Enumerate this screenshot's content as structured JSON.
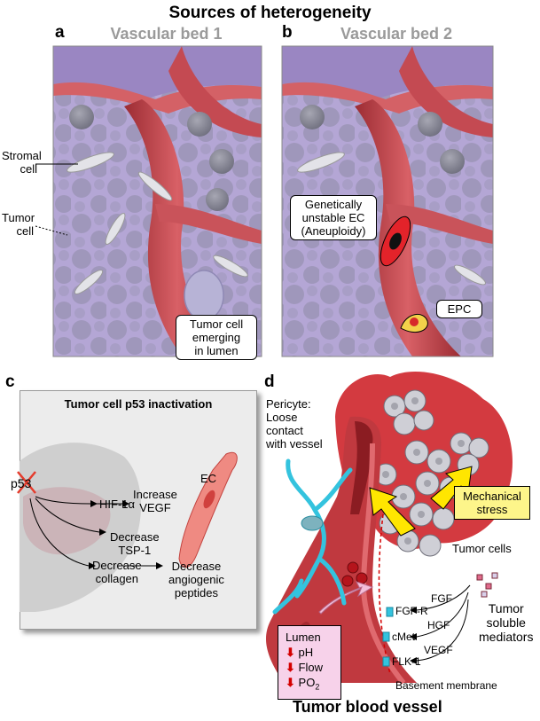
{
  "title": "Sources of heterogeneity",
  "panel_a": {
    "letter": "a",
    "header": "Vascular bed 1",
    "stromal_label": "Stromal\ncell",
    "tumor_label": "Tumor\ncell",
    "callout": "Tumor cell\nemerging\nin lumen"
  },
  "panel_b": {
    "letter": "b",
    "header": "Vascular bed 2",
    "callout_ec": "Genetically\nunstable EC\n(Aneuploidy)",
    "callout_epc": "EPC"
  },
  "panel_c": {
    "letter": "c",
    "title": "Tumor cell p53 inactivation",
    "p53": "p53",
    "hif": "HIF-1α",
    "increase_vegf": "Increase\nVEGF",
    "decrease_tsp": "Decrease\nTSP-1",
    "decrease_collagen": "Decrease\ncollagen",
    "decrease_peptides": "Decrease\nangiogenic\npeptides",
    "ec": "EC"
  },
  "panel_d": {
    "letter": "d",
    "pericyte": "Pericyte:\nLoose\ncontact\nwith vessel",
    "mechanical_stress": "Mechanical\nstress",
    "tumor_cells": "Tumor cells",
    "fgf": "FGF",
    "hgf": "HGF",
    "vegf": "VEGF",
    "fgfr": "FGF-R",
    "cmet": "cMet",
    "flk1": "FLK-1",
    "mediators": "Tumor\nsoluble\nmediators",
    "lumen_title": "Lumen",
    "lumen_items": [
      "pH",
      "Flow",
      "PO2"
    ],
    "basement": "Basement membrane",
    "bottom_title": "Tumor blood vessel"
  },
  "colors": {
    "vessel": "#c0393f",
    "tumor_purple": "#b7a9d6",
    "pericyte_cyan": "#34c3de",
    "stress_yellow": "#fdf58a",
    "lumen_pink": "#f7d2ea",
    "down_red": "#d40000"
  }
}
